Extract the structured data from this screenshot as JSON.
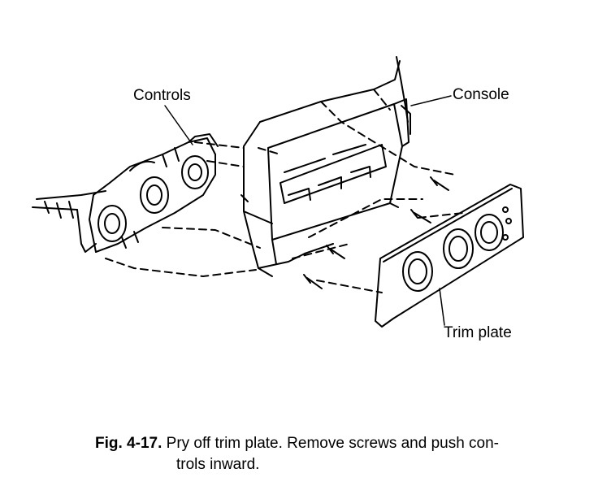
{
  "labels": {
    "controls": "Controls",
    "console": "Console",
    "trim_plate": "Trim plate"
  },
  "caption": {
    "number": "Fig. 4-17.",
    "line1": "Pry off trim plate. Remove screws and push con-",
    "line2": "trols inward."
  }
}
